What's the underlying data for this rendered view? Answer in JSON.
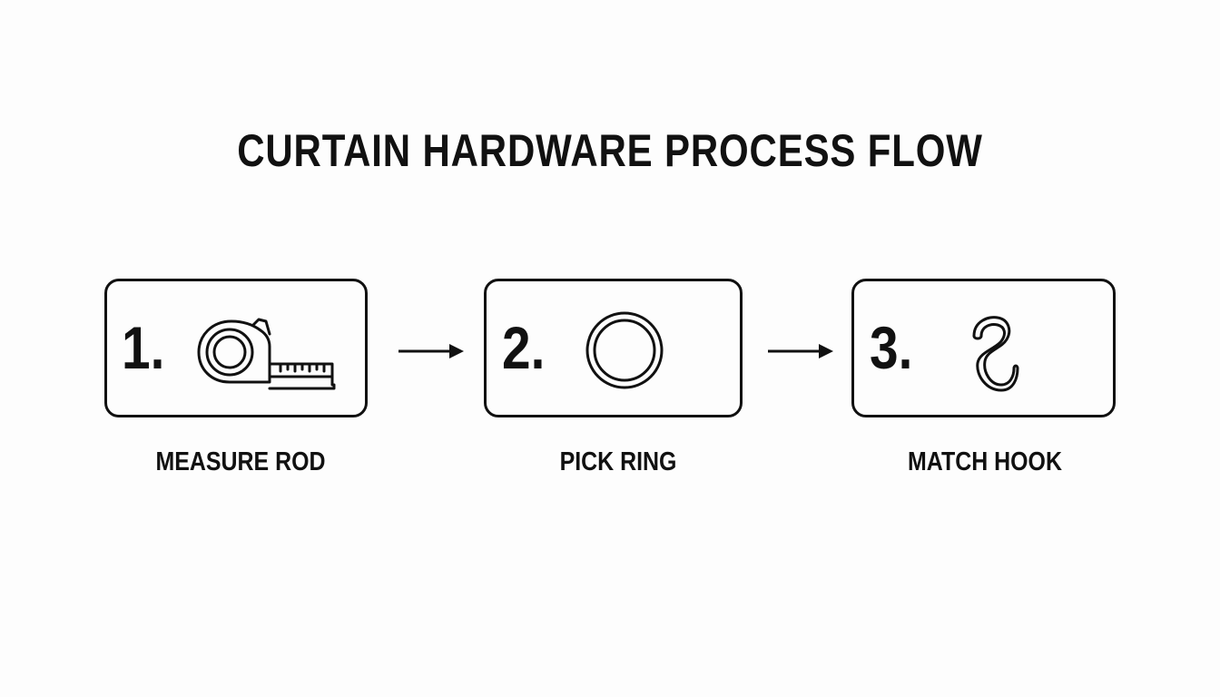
{
  "title": "CURTAIN HARDWARE PROCESS FLOW",
  "steps": [
    {
      "number": "1.",
      "label": "MEASURE ROD",
      "icon": "tape-measure-icon"
    },
    {
      "number": "2.",
      "label": "PICK RING",
      "icon": "ring-icon"
    },
    {
      "number": "3.",
      "label": "MATCH HOOK",
      "icon": "s-hook-icon"
    }
  ],
  "connectors": [
    "arrow-right-icon",
    "arrow-right-icon"
  ],
  "colors": {
    "ink": "#111111",
    "background": "#fdfdfd"
  }
}
